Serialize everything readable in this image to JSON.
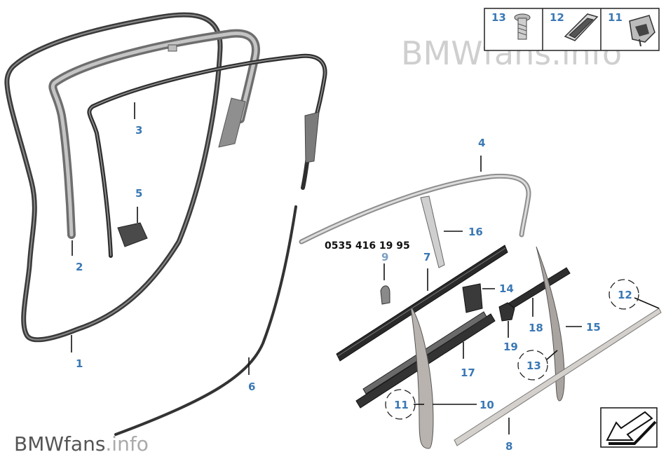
{
  "watermarks": {
    "top": "BMWfans.info",
    "bottom_main": "BMWfans",
    "bottom_suffix": ".info"
  },
  "part_number": "0535 416 19 95",
  "legend": [
    "13",
    "12",
    "11"
  ],
  "callouts": {
    "c1": "1",
    "c2": "2",
    "c3": "3",
    "c4": "4",
    "c5": "5",
    "c6": "6",
    "c7": "7",
    "c8": "8",
    "c9": "9",
    "c10": "10",
    "c11": "11",
    "c12": "12",
    "c13": "13",
    "c14": "14",
    "c15": "15",
    "c16": "16",
    "c17": "17",
    "c18": "18",
    "c19": "19"
  },
  "icons": {
    "nav": "arrow-nav-icon"
  },
  "colors": {
    "callout": "#3a78b5",
    "seal": "#3a3a3a",
    "trim": "#bdb8b3"
  }
}
